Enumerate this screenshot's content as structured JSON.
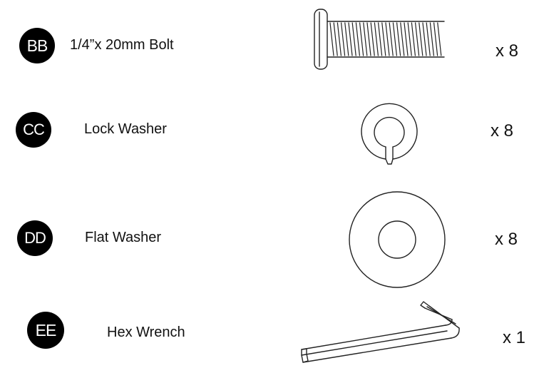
{
  "parts": [
    {
      "code": "BB",
      "name": "1/4”x 20mm Bolt",
      "quantity": "x 8",
      "icon": "bolt-icon"
    },
    {
      "code": "CC",
      "name": "Lock Washer",
      "quantity": "x 8",
      "icon": "lock-washer-icon"
    },
    {
      "code": "DD",
      "name": "Flat Washer",
      "quantity": "x 8",
      "icon": "flat-washer-icon"
    },
    {
      "code": "EE",
      "name": "Hex Wrench",
      "quantity": "x 1",
      "icon": "hex-wrench-icon"
    }
  ],
  "colors": {
    "badge_background": "#000000",
    "badge_text": "#ffffff",
    "line_art": "#222222"
  }
}
